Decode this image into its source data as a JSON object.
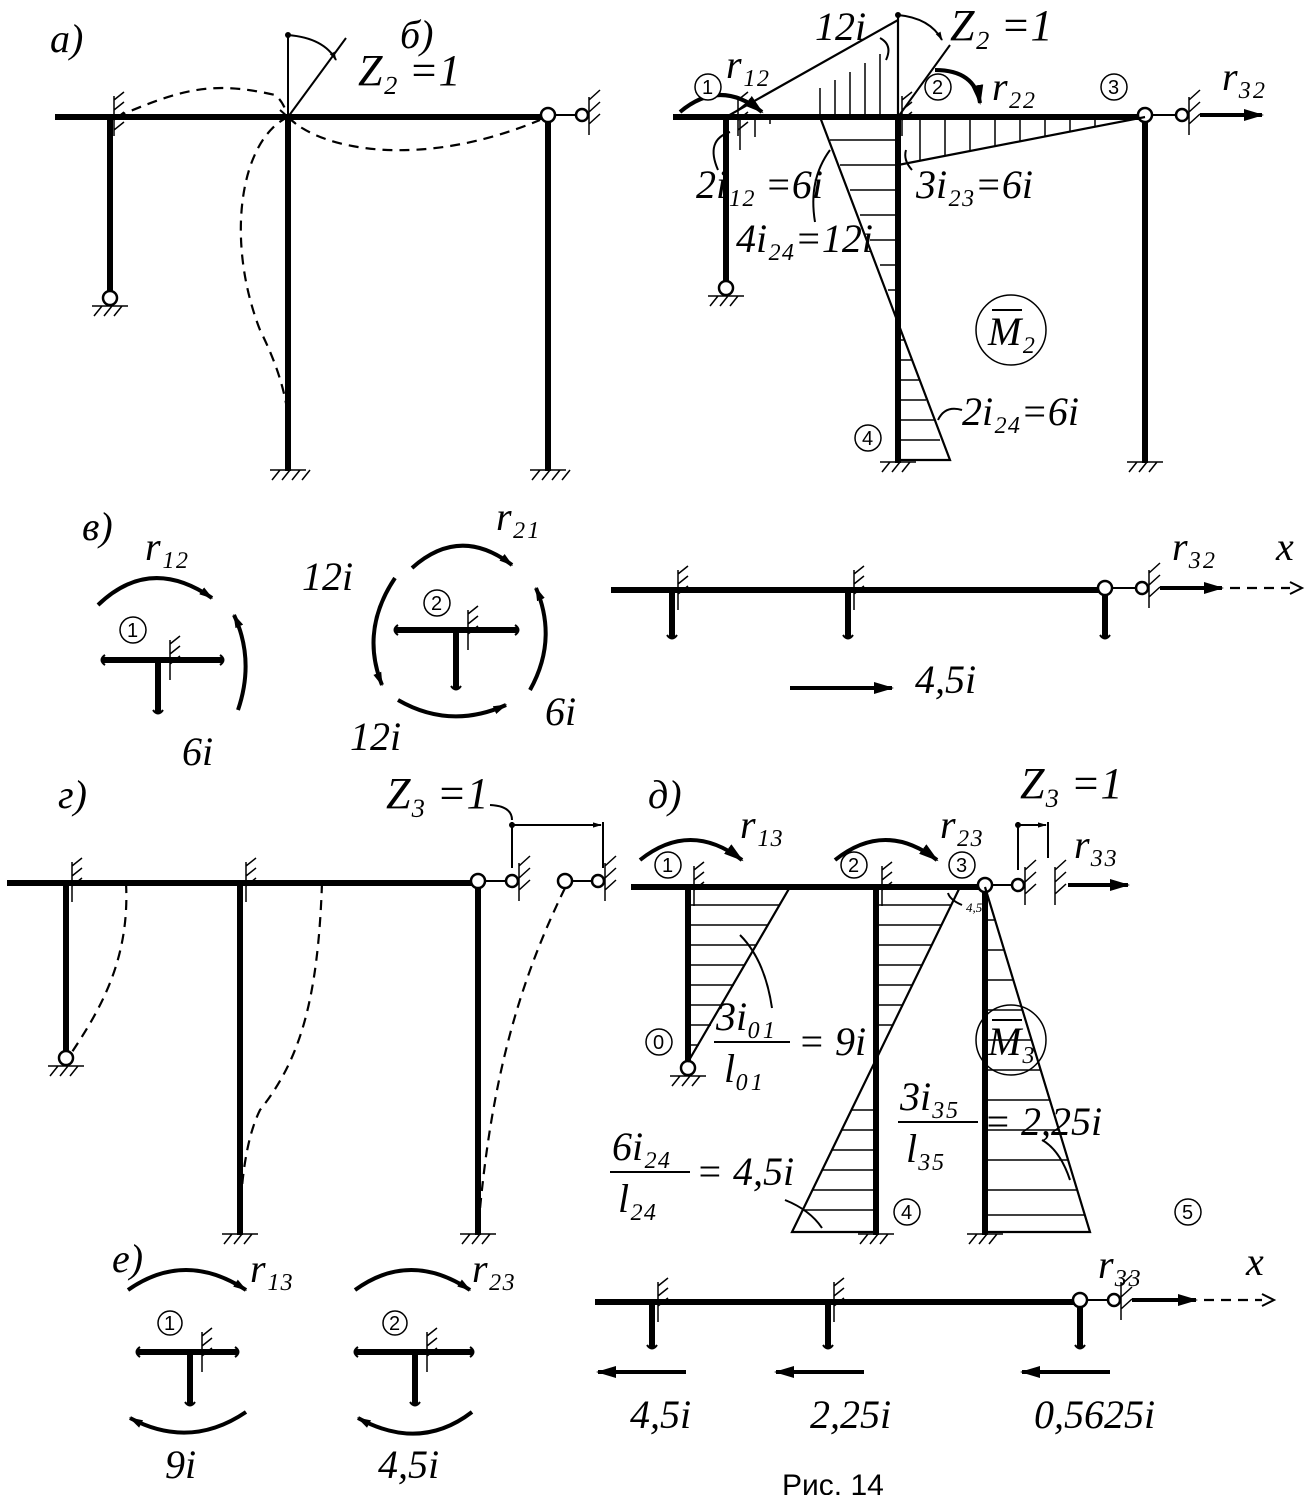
{
  "figure": {
    "caption": "Рис. 14",
    "panels": {
      "a": {
        "label": "а)",
        "z_label": "Z₂ =1"
      },
      "b": {
        "label": "б)",
        "z_label": "Z₂ =1",
        "moment_top": "12i",
        "r12": "r₁₂",
        "r22": "r₂₂",
        "r32": "r₃₂",
        "m_left": "2i₁₂ =6i",
        "m_right": "3i₂₃=6i",
        "m_col_top": "4i₂₄=12i",
        "m_col_bottom": "2i₂₄=6i",
        "diagram": "M₂",
        "nodes": [
          "1",
          "2",
          "3",
          "4"
        ]
      },
      "v": {
        "label": "в)",
        "r12": "r₁₂",
        "r21": "r₂₁",
        "r32": "r₃₂",
        "m1": "6i",
        "m2_top": "12i",
        "m2_bottom": "12i",
        "m2_right": "6i",
        "force": "4,5i",
        "axis": "x",
        "nodes": [
          "1",
          "2"
        ]
      },
      "g": {
        "label": "г)",
        "z_label": "Z₃ =1"
      },
      "d": {
        "label": "д)",
        "z_label": "Z₃ =1",
        "r13": "r₁₃",
        "r23": "r₂₃",
        "r33_top": "r₃₃",
        "r33_bottom": "r₃₃",
        "small_label": "4,5i",
        "f01_num": "3i₀₁",
        "f01_den": "l₀₁",
        "f01_val": "= 9i",
        "f24_num": "6i₂₄",
        "f24_den": "l₂₄",
        "f24_val": "= 4,5i",
        "f35_num": "3i₃₅",
        "f35_den": "l₃₅",
        "f35_val": "= 2,25i",
        "diagram": "M₃",
        "axis": "x",
        "nodes": [
          "0",
          "1",
          "2",
          "3",
          "4",
          "5"
        ],
        "forces": [
          "4,5i",
          "2,25i",
          "0,5625i"
        ]
      },
      "e": {
        "label": "е)",
        "r13": "r₁₃",
        "r23": "r₂₃",
        "m1": "9i",
        "m2": "4,5i",
        "nodes": [
          "1",
          "2"
        ]
      }
    }
  }
}
